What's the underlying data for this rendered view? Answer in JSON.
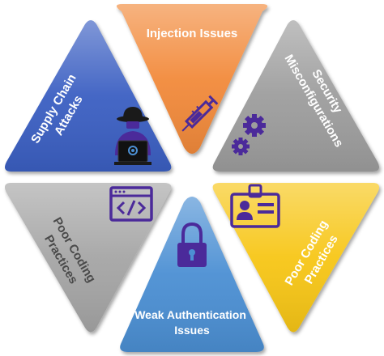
{
  "segments": [
    {
      "id": "injection",
      "lines": [
        "Injection Issues"
      ],
      "color": "#f28a3a",
      "icon": "syringe-icon"
    },
    {
      "id": "security-misconfig",
      "lines": [
        "Security",
        "Misconfigurations"
      ],
      "color": "#9d9d9d",
      "icon": "gears-icon"
    },
    {
      "id": "poor-coding-right",
      "lines": [
        "Poor Coding",
        "Practices"
      ],
      "color": "#f7c614",
      "icon": "id-badge-icon"
    },
    {
      "id": "weak-auth",
      "lines": [
        "Weak Authentication",
        "Issues"
      ],
      "color": "#4c8fd3",
      "icon": "padlock-icon"
    },
    {
      "id": "poor-coding-left",
      "lines": [
        "Poor Coding",
        "Practices"
      ],
      "color": "#a5a5a5",
      "icon": "code-window-icon"
    },
    {
      "id": "supply-chain",
      "lines": [
        "Supply Chain",
        "Attacks"
      ],
      "color": "#3a5fc2",
      "icon": "hacker-icon"
    }
  ],
  "colors": {
    "icon_purple": "#4b2a9a",
    "label_dark": "#4a4a4a"
  }
}
